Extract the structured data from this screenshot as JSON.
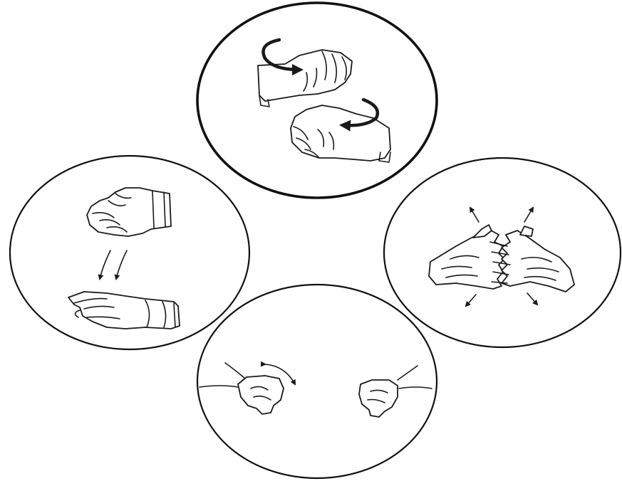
{
  "figure": {
    "panels": [
      {
        "id": "top",
        "icon": "wrist-twist-fists-icon",
        "arrows": "curved-rotation-arrows"
      },
      {
        "id": "left",
        "icon": "fist-open-to-palm-icon",
        "arrows": "downward-arrows"
      },
      {
        "id": "right",
        "icon": "interlaced-fingers-stretch-icon",
        "arrows": "outward-arrows"
      },
      {
        "id": "bottom",
        "icon": "fists-side-to-side-icon",
        "arrows": "double-headed-curved-arrow"
      }
    ],
    "colors": {
      "line": "#1a1a1a",
      "background": "#ffffff"
    }
  }
}
